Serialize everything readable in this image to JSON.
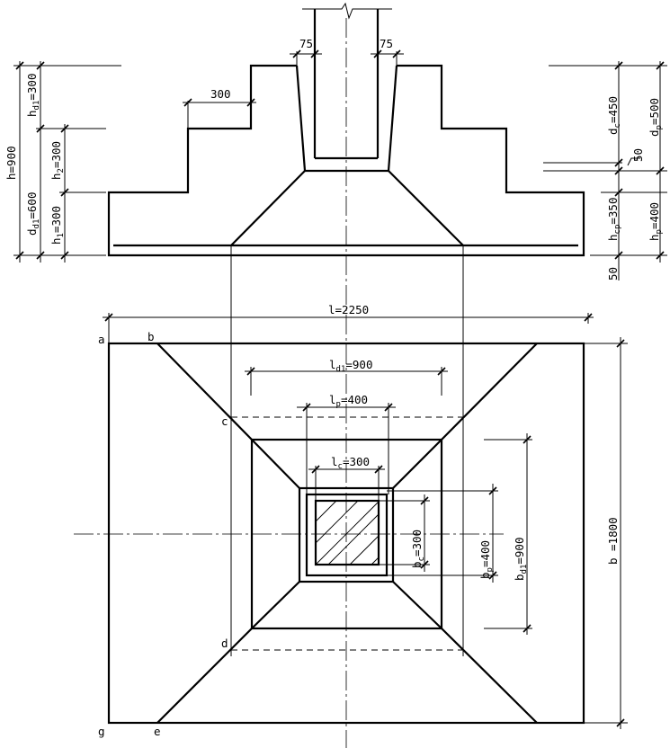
{
  "labels": {
    "dim_75_left": "75",
    "dim_75_right": "75",
    "dim_300_step": "300",
    "h_total": "h=900",
    "h_d1": "h",
    "h_d1_sub": "d1",
    "h_d1_val": "=300",
    "d_d1": "d",
    "d_d1_sub": "d1",
    "d_d1_val": "=600",
    "h2": "h",
    "h2_sub": "2",
    "h2_val": "=300",
    "h1": "h",
    "h1_sub": "1",
    "h1_val": "=300",
    "dc": "d",
    "dc_sub": "c",
    "dc_val": "=450",
    "dp": "d",
    "dp_sub": "p",
    "dp_val": "=500",
    "slope_50": "50",
    "hcp": "h",
    "hcp_sub": "cp",
    "hcp_val": "=350",
    "hp": "h",
    "hp_sub": "p",
    "hp_val": "=400",
    "dim_50_bottom": "50",
    "l_total": "l=2250",
    "ld1": "l",
    "ld1_sub": "d1",
    "ld1_val": "=900",
    "lp": "l",
    "lp_sub": "p",
    "lp_val": "=400",
    "lc": "l",
    "lc_sub": "c",
    "lc_val": "=300",
    "bc": "b",
    "bc_sub": "c",
    "bc_val": "=300",
    "bp": "b",
    "bp_sub": "p",
    "bp_val": "=400",
    "bd1": "b",
    "bd1_sub": "d1",
    "bd1_val": "=900",
    "b_total": "b =1800",
    "pt_a": "a",
    "pt_b": "b",
    "pt_c": "c",
    "pt_d": "d",
    "pt_e": "e",
    "pt_g": "g"
  }
}
